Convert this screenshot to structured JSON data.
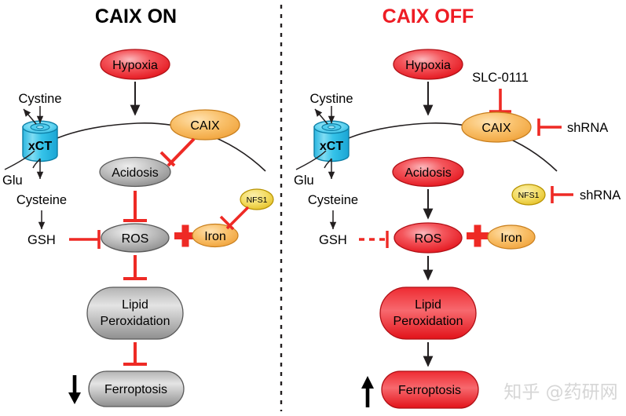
{
  "figure": {
    "type": "pathway-diagram",
    "description": "CAIX regulation of ferroptosis; two side-by-side panels separated by a vertical dashed line",
    "watermark": "知乎 @药研网"
  },
  "colors": {
    "title_on": "#000000",
    "title_off": "#ee1c24",
    "inhibitor_red": "#ee2a25",
    "plus_red": "#ee2a25",
    "node_red": "#ed1c24",
    "node_red_light": "#f98b90",
    "node_grey": "#9d9d9d",
    "node_grey_light": "#dcdcdc",
    "node_orange": "#f6a93b",
    "node_orange_light": "#fcd9a0",
    "node_yellow": "#f2d23c",
    "node_blue": "#2ec4e8",
    "node_blue_light": "#aeeaf7",
    "membrane": "#231f20",
    "arrow_black": "#231f20",
    "divider": "#231f20",
    "watermark": "#d6d6d6"
  },
  "panels": [
    {
      "id": "left",
      "title": "CAIX ON",
      "title_color": "#000000",
      "nodes": {
        "hypoxia": "Hypoxia",
        "caix": "CAIX",
        "acidosis": "Acidosis",
        "ros": "ROS",
        "iron": "Iron",
        "nfs1": "NFS1",
        "gsh": "GSH",
        "lipid_peroxidation": "Lipid\nPeroxidation",
        "lipid_line1": "Lipid",
        "lipid_line2": "Peroxidation",
        "ferroptosis": "Ferroptosis",
        "xct": "xCT",
        "cystine": "Cystine",
        "cysteine": "Cysteine",
        "glu": "Glu"
      },
      "node_fill": {
        "hypoxia": "red",
        "caix": "orange",
        "acidosis": "grey",
        "ros": "grey",
        "iron": "orange",
        "nfs1": "yellow",
        "lipid_peroxidation": "grey",
        "ferroptosis": "grey"
      },
      "outcome_arrow": "down",
      "edges": [
        {
          "from": "hypoxia",
          "to": "caix",
          "kind": "activate",
          "style": "solid",
          "color": "black"
        },
        {
          "from": "caix",
          "to": "acidosis",
          "kind": "inhibit",
          "style": "solid",
          "color": "red"
        },
        {
          "from": "acidosis",
          "to": "ros",
          "kind": "inhibit",
          "style": "solid",
          "color": "red"
        },
        {
          "from": "gsh",
          "to": "ros",
          "kind": "inhibit",
          "style": "solid",
          "color": "red"
        },
        {
          "from": "nfs1",
          "to": "iron",
          "kind": "inhibit",
          "style": "solid",
          "color": "red"
        },
        {
          "from": "ros",
          "to": "lipid_peroxidation",
          "kind": "inhibit",
          "style": "solid",
          "color": "red"
        },
        {
          "from": "lipid_peroxidation",
          "to": "ferroptosis",
          "kind": "inhibit",
          "style": "solid",
          "color": "red"
        },
        {
          "from": "cysteine",
          "to": "gsh",
          "kind": "activate",
          "style": "solid",
          "color": "black"
        }
      ],
      "plus_symbol": "+"
    },
    {
      "id": "right",
      "title": "CAIX OFF",
      "title_color": "#ee1c24",
      "nodes": {
        "hypoxia": "Hypoxia",
        "caix": "CAIX",
        "acidosis": "Acidosis",
        "ros": "ROS",
        "iron": "Iron",
        "nfs1": "NFS1",
        "gsh": "GSH",
        "lipid_peroxidation": "Lipid\nPeroxidation",
        "lipid_line1": "Lipid",
        "lipid_line2": "Peroxidation",
        "ferroptosis": "Ferroptosis",
        "xct": "xCT",
        "cystine": "Cystine",
        "cysteine": "Cysteine",
        "glu": "Glu",
        "slc0111": "SLC-0111",
        "shrna_caix": "shRNA",
        "shrna_nfs1": "shRNA"
      },
      "node_fill": {
        "hypoxia": "red",
        "caix": "orange",
        "acidosis": "red",
        "ros": "red",
        "iron": "orange",
        "nfs1": "yellow",
        "lipid_peroxidation": "red",
        "ferroptosis": "red"
      },
      "outcome_arrow": "up",
      "edges": [
        {
          "from": "hypoxia",
          "to": "caix",
          "kind": "activate",
          "style": "solid",
          "color": "black"
        },
        {
          "from": "slc0111",
          "to": "caix",
          "kind": "inhibit",
          "style": "solid",
          "color": "red"
        },
        {
          "from": "shrna_caix",
          "to": "caix",
          "kind": "inhibit",
          "style": "solid",
          "color": "red"
        },
        {
          "from": "shrna_nfs1",
          "to": "nfs1",
          "kind": "inhibit",
          "style": "solid",
          "color": "red"
        },
        {
          "from": "acidosis",
          "to": "ros",
          "kind": "activate",
          "style": "solid",
          "color": "black"
        },
        {
          "from": "gsh",
          "to": "ros",
          "kind": "inhibit",
          "style": "dashed",
          "color": "red"
        },
        {
          "from": "ros",
          "to": "lipid_peroxidation",
          "kind": "activate",
          "style": "solid",
          "color": "black"
        },
        {
          "from": "lipid_peroxidation",
          "to": "ferroptosis",
          "kind": "activate",
          "style": "solid",
          "color": "black"
        },
        {
          "from": "cysteine",
          "to": "gsh",
          "kind": "activate",
          "style": "solid",
          "color": "black"
        }
      ],
      "plus_symbol": "+"
    }
  ]
}
